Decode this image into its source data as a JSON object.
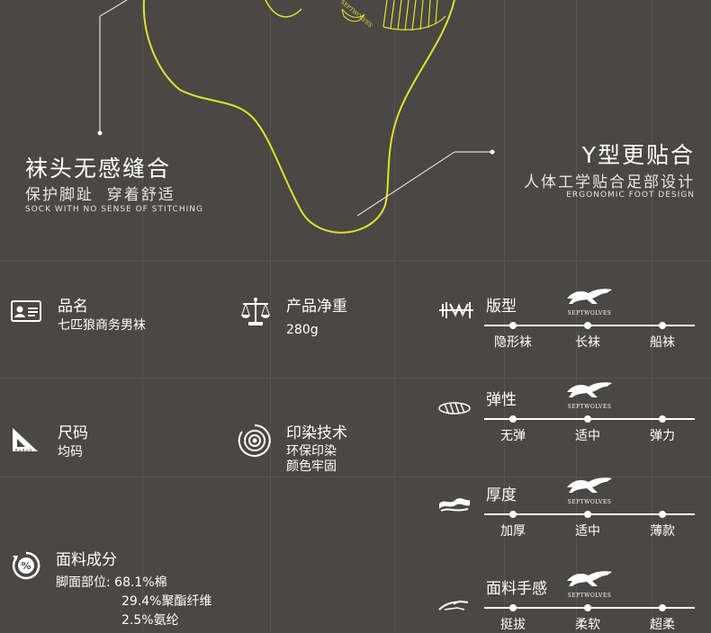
{
  "hero": {
    "left": {
      "title": "袜头无感缝合",
      "subtitle": "保护脚趾  穿着舒适",
      "english": "SOCK WITH NO SENSE OF STITCHING"
    },
    "right": {
      "title": "Y型更贴合",
      "subtitle": "人体工学贴合足部设计",
      "english": "ERGONOMIC FOOT DESIGN"
    },
    "sock_brand": "SEPTWOLVES"
  },
  "specs": {
    "name": {
      "label": "品名",
      "value": "七匹狼商务男袜",
      "icon": "id-card-icon"
    },
    "weight": {
      "label": "产品净重",
      "value": "280g",
      "icon": "scale-icon"
    },
    "size": {
      "label": "尺码",
      "value": "均码",
      "icon": "set-square-icon"
    },
    "print": {
      "label": "印染技术",
      "value_line1": "环保印染",
      "value_line2": "颜色牢固",
      "icon": "target-icon"
    },
    "fabric": {
      "label": "面料成分",
      "line1_prefix": "脚面部位: ",
      "line1_value": "68.1%棉",
      "line2": "29.4%聚酯纤维",
      "line3": "2.5%氨纶",
      "icon": "percent-icon"
    }
  },
  "scales": [
    {
      "label": "版型",
      "brand": "SEPTWOLVES",
      "options": [
        "隐形袜",
        "长袜",
        "船袜"
      ],
      "icon": "sock-pattern-icon",
      "selected_index": 1
    },
    {
      "label": "弹性",
      "brand": "SEPTWOLVES",
      "options": [
        "无弹",
        "适中",
        "弹力"
      ],
      "icon": "spring-icon",
      "selected_index": 1
    },
    {
      "label": "厚度",
      "brand": "SEPTWOLVES",
      "options": [
        "加厚",
        "适中",
        "薄款"
      ],
      "icon": "layers-icon",
      "selected_index": 1
    },
    {
      "label": "面料手感",
      "brand": "SEPTWOLVES",
      "options": [
        "挺拔",
        "柔软",
        "超柔"
      ],
      "icon": "hand-icon",
      "selected_index": 1
    }
  ],
  "colors": {
    "background": "#4a4745",
    "sock_outline": "#e2e22a",
    "text": "#ffffff"
  }
}
